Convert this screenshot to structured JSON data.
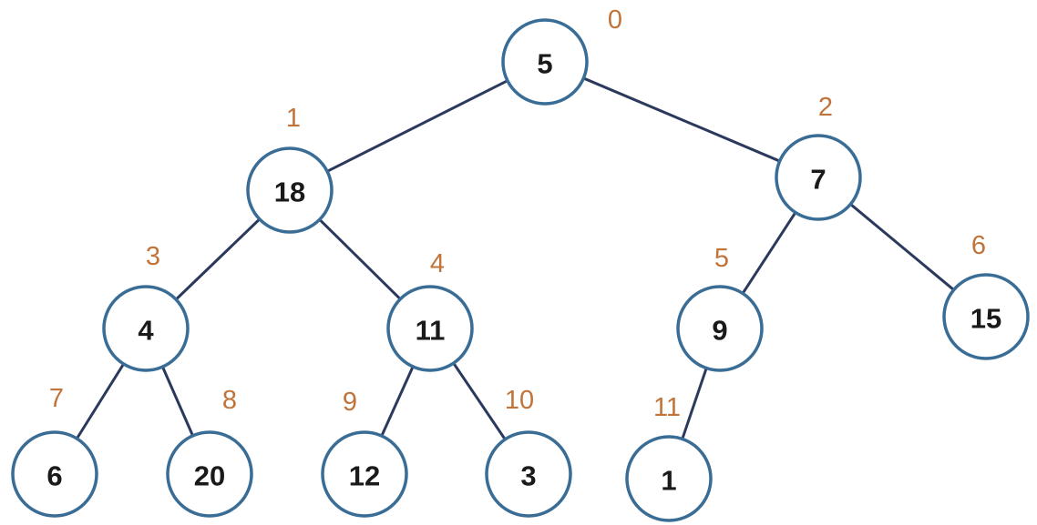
{
  "colors": {
    "edge": "#2b3a5c",
    "node_border": "#3a6d96",
    "node_fill": "#ffffff",
    "value_text": "#1a1a1a",
    "index_text": "#c0743a"
  },
  "tree": {
    "nodes": [
      {
        "index": "0",
        "value": "5"
      },
      {
        "index": "1",
        "value": "18"
      },
      {
        "index": "2",
        "value": "7"
      },
      {
        "index": "3",
        "value": "4"
      },
      {
        "index": "4",
        "value": "11"
      },
      {
        "index": "5",
        "value": "9"
      },
      {
        "index": "6",
        "value": "15"
      },
      {
        "index": "7",
        "value": "6"
      },
      {
        "index": "8",
        "value": "20"
      },
      {
        "index": "9",
        "value": "12"
      },
      {
        "index": "10",
        "value": "3"
      },
      {
        "index": "11",
        "value": "1"
      }
    ],
    "edges": [
      [
        0,
        1
      ],
      [
        0,
        2
      ],
      [
        1,
        3
      ],
      [
        1,
        4
      ],
      [
        2,
        5
      ],
      [
        2,
        6
      ],
      [
        3,
        7
      ],
      [
        3,
        8
      ],
      [
        4,
        9
      ],
      [
        4,
        10
      ],
      [
        5,
        11
      ]
    ]
  }
}
